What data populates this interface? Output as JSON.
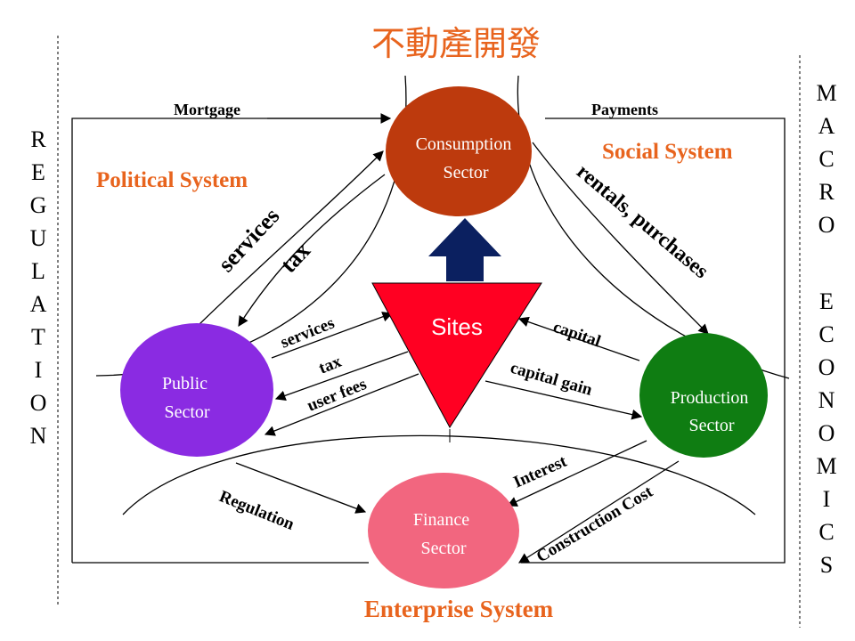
{
  "title": "不動產開發",
  "systems": {
    "political": "Political System",
    "social": "Social System",
    "enterprise": "Enterprise System"
  },
  "side_labels": {
    "left": [
      "R",
      "E",
      "G",
      "U",
      "L",
      "A",
      "T",
      "I",
      "O",
      "N"
    ],
    "right_top": [
      "M",
      "A",
      "C",
      "R",
      "O"
    ],
    "right_bottom": [
      "E",
      "C",
      "O",
      "N",
      "O",
      "M",
      "I",
      "C",
      "S"
    ]
  },
  "sectors": {
    "consumption": [
      "Consumption",
      "Sector"
    ],
    "public": [
      "Public",
      "Sector"
    ],
    "production": [
      "Production",
      "Sector"
    ],
    "finance": [
      "Finance",
      "Sector"
    ]
  },
  "sites": "Sites",
  "edges": {
    "mortgage": "Mortgage",
    "payments": "Payments",
    "services_top": "services",
    "tax_top": "tax",
    "rentals": "rentals, purchases",
    "services_inner": "services",
    "tax_inner": "tax",
    "user_fees": "user fees",
    "capital": "capital",
    "capital_gain": "capital gain",
    "interest": "Interest",
    "construction_cost": "Construction Cost",
    "regulation": "Regulation"
  },
  "colors": {
    "consumption": "#bd3a0d",
    "public": "#8a2be2",
    "production": "#0f7d12",
    "finance": "#f2667f",
    "sites": "#ff0022",
    "arrow": "#0b2060",
    "accent": "#e8641e"
  }
}
